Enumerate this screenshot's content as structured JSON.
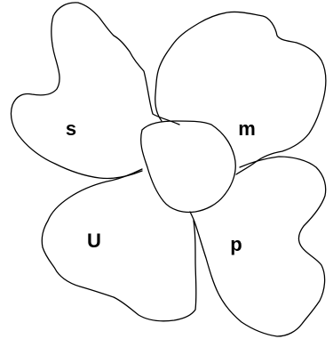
{
  "diagram": {
    "type": "hand-drawn flower of four lobes around a center",
    "stroke_color": "#000000",
    "background": "#ffffff",
    "labels": {
      "top_left": "s",
      "top_right": "m",
      "bottom_left": "U",
      "bottom_right": "p"
    }
  }
}
